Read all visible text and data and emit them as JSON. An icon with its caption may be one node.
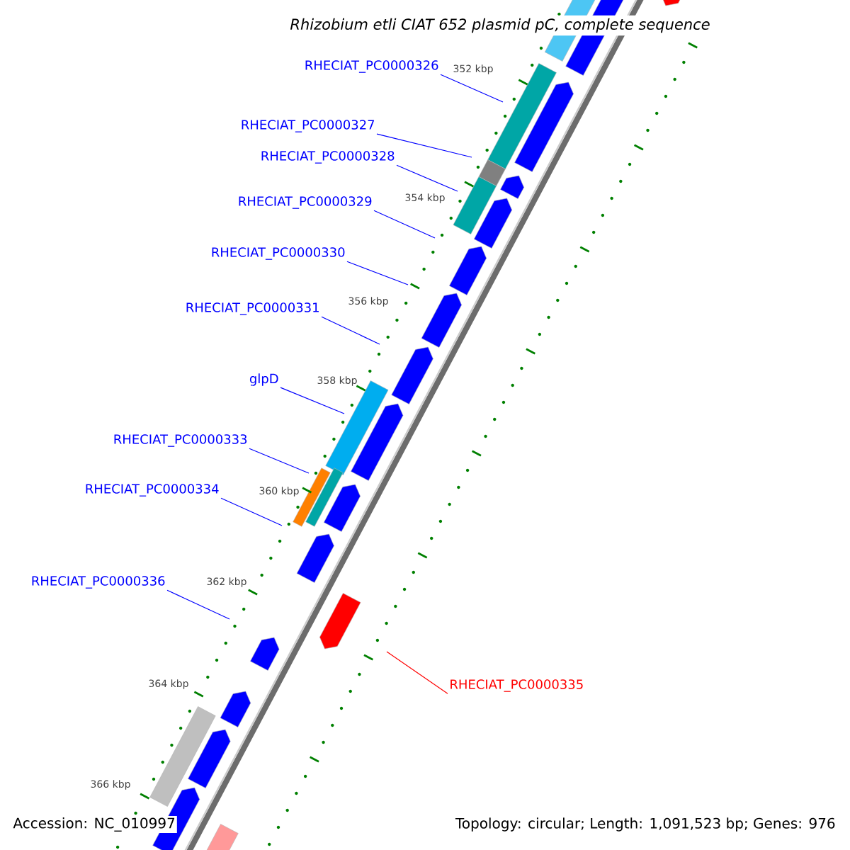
{
  "diagram": {
    "title": "Rhizobium etli CIAT 652 plasmid pC, complete sequence",
    "nodes": [
      {
        "text": [
          "RHECIAT_PC0000326"
        ]
      },
      {
        "text": [
          "RHECIAT_PC0000327"
        ]
      },
      {
        "text": [
          "RHECIAT_PC0000328"
        ]
      },
      {
        "text": [
          "RHECIAT_PC0000329"
        ]
      },
      {
        "text": [
          "RHECIAT_PC0000330"
        ]
      },
      {
        "text": [
          "RHECIAT_PC0000331"
        ]
      },
      {
        "text": [
          "glpD"
        ]
      },
      {
        "text": [
          "RHECIAT_PC0000333"
        ]
      },
      {
        "text": [
          "RHECIAT_PC0000334"
        ]
      },
      {
        "text": [
          "RHECIAT_PC0000336"
        ]
      },
      {
        "text": [
          "RHECIAT_PC0000335"
        ]
      }
    ],
    "edges": [
      {
        "from": 0,
        "to": null,
        "arrow": "none"
      },
      {
        "from": 1,
        "to": null,
        "arrow": "none"
      },
      {
        "from": 2,
        "to": null,
        "arrow": "none"
      },
      {
        "from": 3,
        "to": null,
        "arrow": "none"
      },
      {
        "from": 4,
        "to": null,
        "arrow": "none"
      },
      {
        "from": 5,
        "to": null,
        "arrow": "none"
      },
      {
        "from": 6,
        "to": null,
        "arrow": "none"
      },
      {
        "from": 7,
        "to": null,
        "arrow": "none"
      },
      {
        "from": 8,
        "to": null,
        "arrow": "none"
      },
      {
        "from": 9,
        "to": null,
        "arrow": "none"
      },
      {
        "from": 10,
        "to": null,
        "arrow": "none",
        "color": "#ff0000"
      }
    ],
    "labels": [
      "352 kbp",
      "354 kbp",
      "356 kbp",
      "358 kbp",
      "360 kbp",
      "362 kbp",
      "364 kbp",
      "366 kbp",
      "Accession: NC_010997",
      "Topology: circular; Length: 1,091,523 bp; Genes: 976"
    ]
  }
}
